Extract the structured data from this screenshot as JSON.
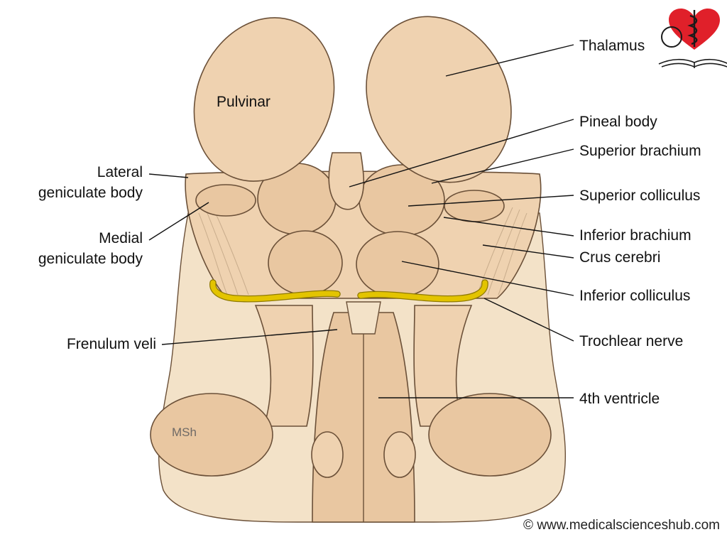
{
  "figure": {
    "labels": {
      "thalamus": "Thalamus",
      "pineal_body": "Pineal body",
      "superior_brachium": "Superior brachium",
      "superior_colliculus": "Superior colliculus",
      "inferior_brachium": "Inferior brachium",
      "crus_cerebri": "Crus cerebri",
      "inferior_colliculus": "Inferior colliculus",
      "trochlear_nerve": "Trochlear nerve",
      "fourth_ventricle": "4th ventricle",
      "lateral_geniculate_body": [
        "Lateral",
        "geniculate body"
      ],
      "medial_geniculate_body": [
        "Medial",
        "geniculate body"
      ],
      "frenulum_veli": "Frenulum veli",
      "pulvinar": "Pulvinar",
      "msh": "MSh"
    },
    "copyright": "© www.medicalscienceshub.com",
    "colors": {
      "tissue": "#efd2b0",
      "nerve": "#e3c400",
      "logo_heart": "#e0202a"
    },
    "logo_icon": "caduceus-heart-book-icon"
  }
}
